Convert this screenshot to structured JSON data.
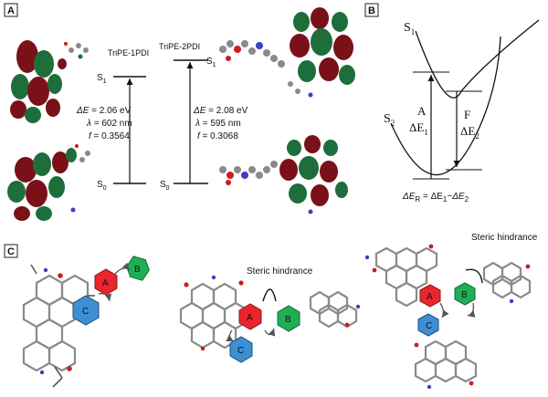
{
  "panels": {
    "a": "A",
    "b": "B",
    "c": "C"
  },
  "panelA": {
    "left_title": "TriPE-1PDI",
    "right_title": "TriPE-2PDI",
    "s1": "S",
    "s0": "S",
    "sub1": "1",
    "sub0": "0",
    "left": {
      "dE_sym": "ΔE",
      "dE_val": " = 2.06 eV",
      "lambda_sym": "λ",
      "lambda_val": " = 602 nm",
      "f_sym": "f",
      "f_val": " = 0.3564"
    },
    "right": {
      "dE_sym": "ΔE",
      "dE_val": " = 2.08 eV",
      "lambda_sym": "λ",
      "lambda_val": " = 595 nm",
      "f_sym": "f",
      "f_val": " = 0.3068"
    }
  },
  "panelB": {
    "s1": "S",
    "s1_sub": "1",
    "s2": "S",
    "s2_sub": "2",
    "arrowA": "A",
    "dE1": "ΔE",
    "dE1_sub": "1",
    "arrowF": "F",
    "dE2": "ΔE",
    "dE2_sub": "2",
    "eq_lhs": "ΔE",
    "eq_lhs_sub": "R",
    "eq_mid": " = ΔE",
    "eq_mid_sub": "1",
    "eq_rhs": "−ΔE",
    "eq_rhs_sub": "2"
  },
  "panelC": {
    "steric_label": "Steric hindrance",
    "rings": [
      "A",
      "B",
      "C"
    ]
  },
  "colors": {
    "ring_a": "#e8262b",
    "ring_b": "#1fae55",
    "ring_c": "#3d8fd3",
    "orbital_red": "#7a1018",
    "orbital_green": "#1e6e3c",
    "carbon": "#8a8a8a",
    "oxygen": "#cc1d1d",
    "nitrogen": "#3e3ec0"
  }
}
